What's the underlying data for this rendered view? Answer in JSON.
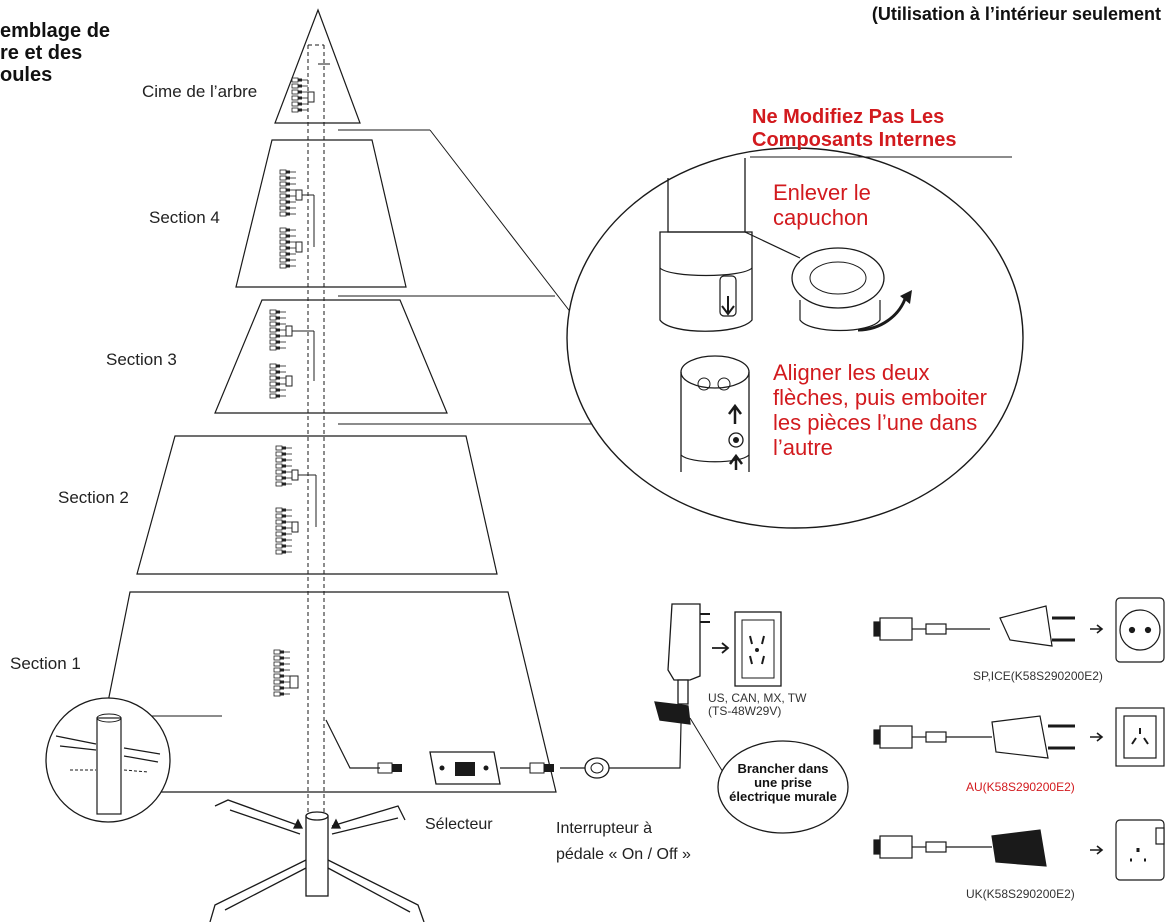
{
  "title": {
    "lines": [
      "emblage de",
      "re et des",
      "oules"
    ]
  },
  "indoor_note": "(Utilisation à l’intérieur seulement",
  "tree_labels": {
    "top": "Cime de l’arbre",
    "section4": "Section 4",
    "section3": "Section 3",
    "section2": "Section 2",
    "section1": "Section 1"
  },
  "detail": {
    "warning_line1": "Ne Modifiez Pas Les",
    "warning_line2": "Composants Internes",
    "step1": "Enlever le capuchon",
    "step2": "Aligner les deux flèches, puis emboiter les pièces l’une dans l’autre"
  },
  "controls": {
    "selector": "Sélecteur",
    "pedal_line1": "Interrupteur à",
    "pedal_line2": "pédale « On / Off »"
  },
  "plug_callout": "Brancher dans une prise électrique murale",
  "adapters": {
    "us_line1": "US, CAN, MX, TW",
    "us_line2": "(TS-48W29V)",
    "eu": "SP,ICE(K58S290200E2)",
    "au": "AU(K58S290200E2)",
    "uk": "UK(K58S290200E2)"
  },
  "colors": {
    "accent_red": "#d21a1e",
    "line": "#1a1a1a"
  }
}
